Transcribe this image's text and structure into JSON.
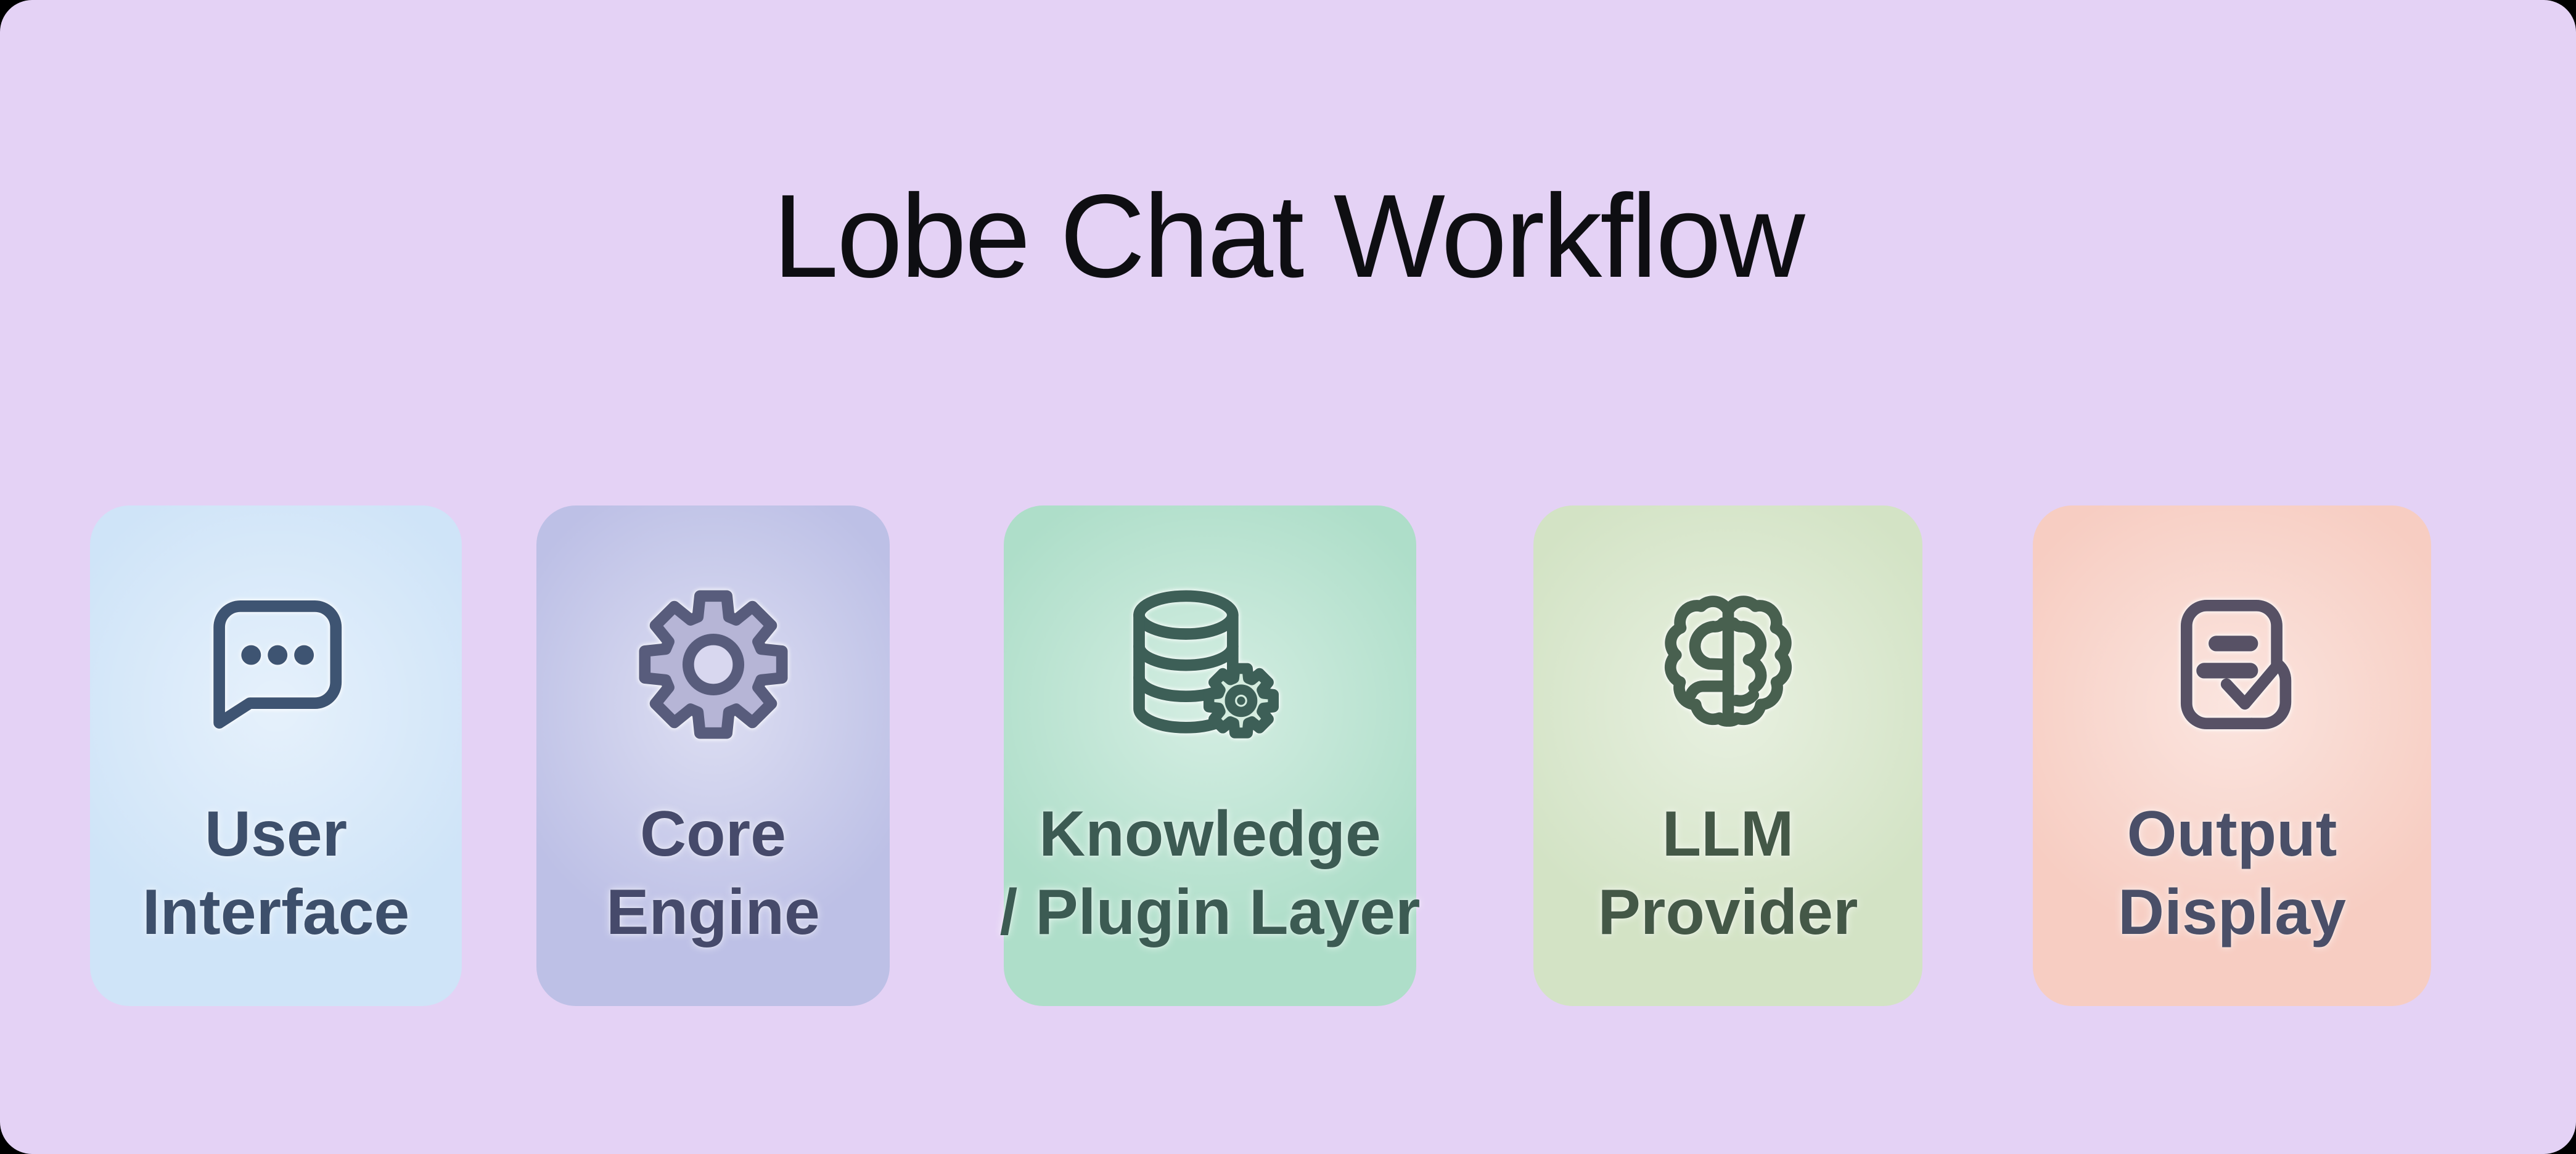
{
  "page": {
    "title": "Lobe Chat Workflow",
    "title_color": "#0e0e12",
    "panel_background": "#e4d2f5",
    "canvas_background": "#000000"
  },
  "workflow": {
    "connector_color": "#8d9196",
    "connector_count": 4,
    "steps": [
      {
        "name": "User Interface",
        "lines": [
          "User",
          "Interface"
        ],
        "icon": "chat-bubble-dots-icon",
        "colors": {
          "card": "#cfe4f8",
          "label": "#3d4f6b",
          "icon": "#3e5472"
        }
      },
      {
        "name": "Core Engine",
        "lines": [
          "Core",
          "Engine"
        ],
        "icon": "gear-icon",
        "colors": {
          "card": "#bdc0e6",
          "label": "#464a6b",
          "icon": "#585c7c",
          "icon_body": "#b6b5d6",
          "icon_hole": "#d8d7ef"
        }
      },
      {
        "name": "Knowledge / Plugin Layer",
        "lines": [
          "Knowledge",
          "/ Plugin Layer"
        ],
        "icon": "database-gear-icon",
        "colors": {
          "card": "#aedec9",
          "label": "#3c5b53",
          "icon": "#3d5f57",
          "icon_hole": "#d5ecdf"
        }
      },
      {
        "name": "LLM Provider",
        "lines": [
          "LLM",
          "Provider"
        ],
        "icon": "brain-icon",
        "colors": {
          "card": "#d3e3c5",
          "label": "#445847",
          "icon": "#48604f"
        }
      },
      {
        "name": "Output Display",
        "lines": [
          "Output",
          "Display"
        ],
        "icon": "document-check-icon",
        "colors": {
          "card": "#f7cdc2",
          "label": "#4a4f68",
          "icon": "#575165"
        }
      }
    ]
  }
}
